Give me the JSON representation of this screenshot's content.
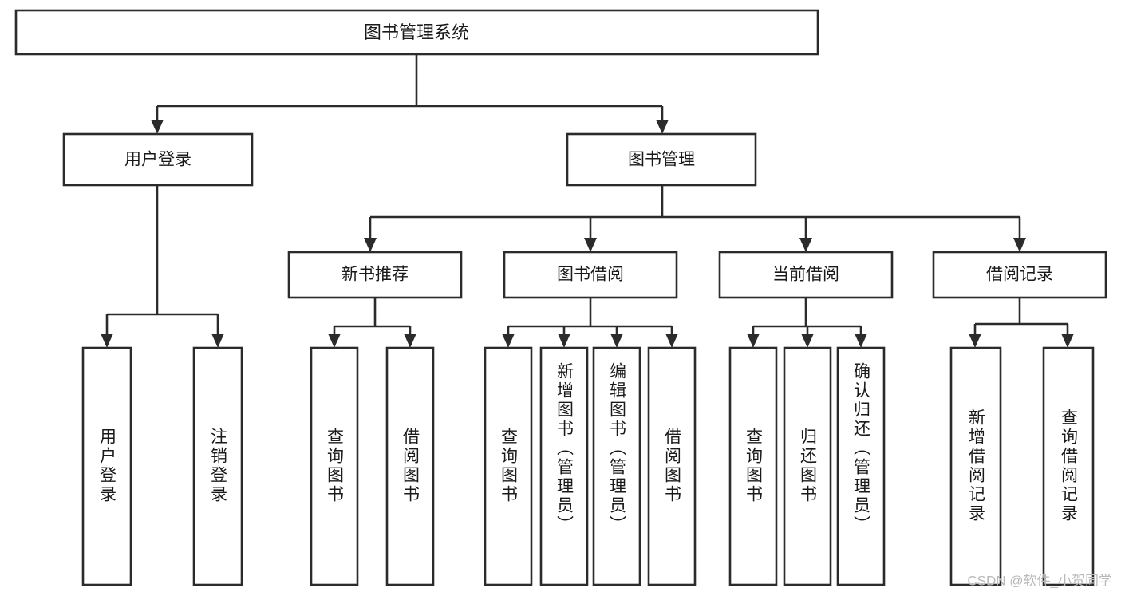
{
  "diagram": {
    "type": "hierarchy-tree",
    "title": "图书管理系统",
    "root": {
      "id": "root",
      "label": "图书管理系统",
      "level": 0
    },
    "level2": [
      {
        "id": "user-login",
        "label": "用户登录"
      },
      {
        "id": "book-management",
        "label": "图书管理"
      }
    ],
    "level3": [
      {
        "id": "new-book-recommend",
        "label": "新书推荐",
        "parent": "book-management"
      },
      {
        "id": "book-borrow",
        "label": "图书借阅",
        "parent": "book-management"
      },
      {
        "id": "current-borrow",
        "label": "当前借阅",
        "parent": "book-management"
      },
      {
        "id": "borrow-record",
        "label": "借阅记录",
        "parent": "book-management"
      }
    ],
    "leaves": {
      "user-login": [
        {
          "id": "leaf-user-login",
          "label": "用户登录"
        },
        {
          "id": "leaf-user-logout",
          "label": "注销登录"
        }
      ],
      "new-book-recommend": [
        {
          "id": "leaf-query-book-1",
          "label": "查询图书"
        },
        {
          "id": "leaf-borrow-book-1",
          "label": "借阅图书"
        }
      ],
      "book-borrow": [
        {
          "id": "leaf-query-book-2",
          "label": "查询图书"
        },
        {
          "id": "leaf-add-book",
          "label": "新增图书（管理员）"
        },
        {
          "id": "leaf-edit-book",
          "label": "编辑图书（管理员）"
        },
        {
          "id": "leaf-borrow-book-2",
          "label": "借阅图书"
        }
      ],
      "current-borrow": [
        {
          "id": "leaf-query-book-3",
          "label": "查询图书"
        },
        {
          "id": "leaf-return-book",
          "label": "归还图书"
        },
        {
          "id": "leaf-confirm-return",
          "label": "确认归还（管理员）"
        }
      ],
      "borrow-record": [
        {
          "id": "leaf-add-record",
          "label": "新增借阅记录"
        },
        {
          "id": "leaf-query-record",
          "label": "查询借阅记录"
        }
      ]
    },
    "watermark": "CSDN @软件_小贺同学",
    "colors": {
      "stroke": "#2b2b2b",
      "fill": "#ffffff",
      "text": "#1a1a1a",
      "watermark": "#b9b9b9",
      "background": "#ffffff"
    }
  }
}
